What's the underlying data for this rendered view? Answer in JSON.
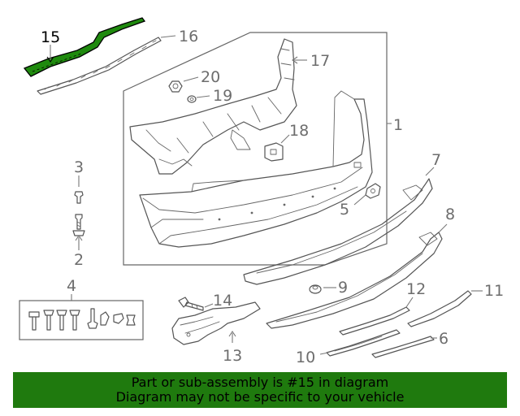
{
  "callouts": {
    "c1": "1",
    "c2": "2",
    "c3": "3",
    "c4": "4",
    "c5": "5",
    "c6": "6",
    "c7": "7",
    "c8": "8",
    "c9": "9",
    "c10": "10",
    "c11": "11",
    "c12": "12",
    "c13": "13",
    "c14": "14",
    "c15": "15",
    "c16": "16",
    "c17": "17",
    "c18": "18",
    "c19": "19",
    "c20": "20"
  },
  "highlight": {
    "part_number": "15",
    "color": "#1f7a0e"
  },
  "banner": {
    "line1": "Part or sub-assembly is #15 in diagram",
    "line2": "Diagram may not be specific to your vehicle",
    "background": "#1f7a0e"
  }
}
